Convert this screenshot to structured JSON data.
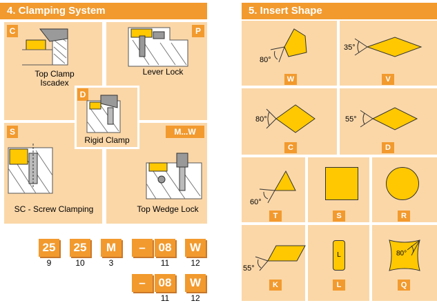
{
  "clamping": {
    "title": "4. Clamping System",
    "c_tag": "C",
    "p_tag": "P",
    "d_tag": "D",
    "s_tag": "S",
    "mw_tag": "M...W",
    "top_clamp": "Top Clamp",
    "iscadex": "Iscadex",
    "lever_lock": "Lever Lock",
    "rigid_clamp": "Rigid Clamp",
    "screw_clamping": "SC - Screw Clamping",
    "top_wedge": "Top Wedge Lock"
  },
  "insert": {
    "title": "5. Insert Shape",
    "shapes": [
      {
        "letter": "W",
        "angle": "80°"
      },
      {
        "letter": "V",
        "angle": "35°"
      },
      {
        "letter": "C",
        "angle": "80°"
      },
      {
        "letter": "D",
        "angle": "55°"
      },
      {
        "letter": "T",
        "angle": "60°"
      },
      {
        "letter": "S",
        "angle": ""
      },
      {
        "letter": "R",
        "angle": ""
      },
      {
        "letter": "K",
        "angle": "55°"
      },
      {
        "letter": "L",
        "angle": "",
        "inner": "L"
      },
      {
        "letter": "Q",
        "angle": "80°"
      }
    ]
  },
  "code": {
    "row1": [
      {
        "value": "25",
        "pos": "9"
      },
      {
        "value": "25",
        "pos": "10"
      },
      {
        "value": "M",
        "pos": "3"
      },
      {
        "value": "–",
        "pos": ""
      },
      {
        "value": "08",
        "pos": "11"
      },
      {
        "value": "W",
        "pos": "12"
      }
    ],
    "row2": [
      {
        "value": "–",
        "pos": ""
      },
      {
        "value": "08",
        "pos": "11"
      },
      {
        "value": "W",
        "pos": "12"
      }
    ]
  },
  "colors": {
    "accent": "#f29a2e",
    "panel": "#fbd7a8",
    "insert": "#ffc800"
  }
}
